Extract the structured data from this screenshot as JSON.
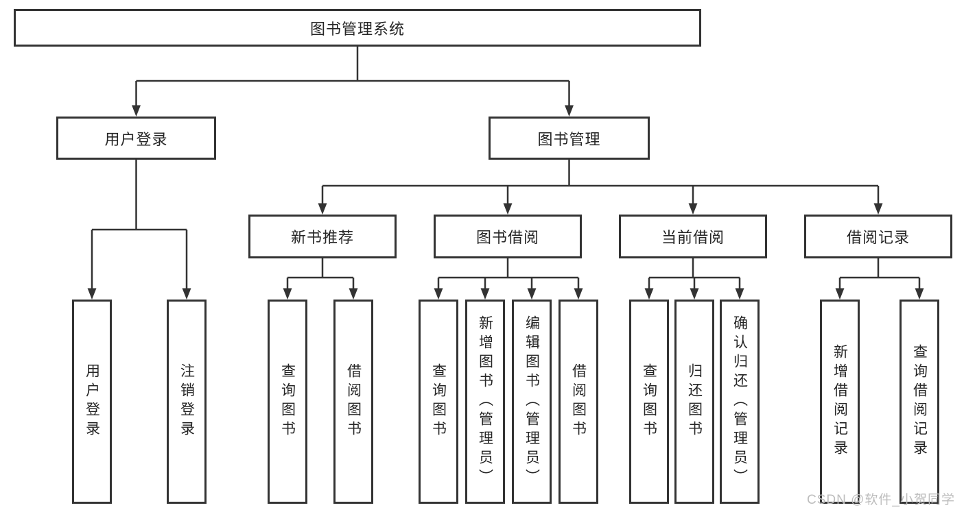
{
  "diagram": {
    "root": {
      "label": "图书管理系统"
    },
    "branches": {
      "user_login": {
        "label": "用户登录",
        "leaves": [
          {
            "label": "用户登录"
          },
          {
            "label": "注销登录"
          }
        ]
      },
      "book_management": {
        "label": "图书管理",
        "sections": {
          "new_book_recommend": {
            "label": "新书推荐",
            "leaves": [
              {
                "label": "查询图书"
              },
              {
                "label": "借阅图书"
              }
            ]
          },
          "book_borrowing": {
            "label": "图书借阅",
            "leaves": [
              {
                "label": "查询图书"
              },
              {
                "label": "新增图书（管理员）"
              },
              {
                "label": "编辑图书（管理员）"
              },
              {
                "label": "借阅图书"
              }
            ]
          },
          "current_borrowing": {
            "label": "当前借阅",
            "leaves": [
              {
                "label": "查询图书"
              },
              {
                "label": "归还图书"
              },
              {
                "label": "确认归还（管理员）"
              }
            ]
          },
          "borrowing_records": {
            "label": "借阅记录",
            "leaves": [
              {
                "label": "新增借阅记录"
              },
              {
                "label": "查询借阅记录"
              }
            ]
          }
        }
      }
    },
    "watermark": {
      "text": "CSDN @软件_小贺同学"
    },
    "colors": {
      "line": "#333333",
      "text": "#262626",
      "watermark": "#bdbdbd",
      "background": "#ffffff"
    }
  }
}
